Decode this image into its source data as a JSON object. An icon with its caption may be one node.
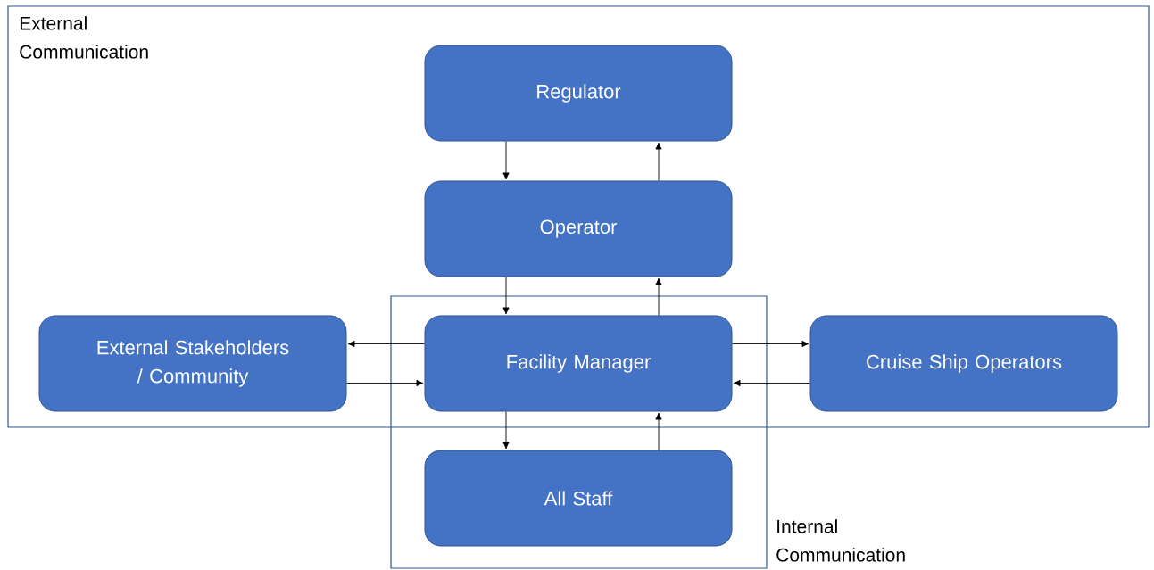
{
  "diagram": {
    "nodes": [
      {
        "text": [
          "External Communication"
        ]
      },
      {
        "text": [
          "Regulator"
        ],
        "in": 0
      },
      {
        "text": [
          "Operator"
        ],
        "in": 0
      },
      {
        "text": [
          "Internal Communication"
        ]
      },
      {
        "text": [
          "External Stakeholders / Community"
        ],
        "in": 0
      },
      {
        "text": [
          "Facility Manager"
        ]
      },
      {
        "text": [
          "Cruise Ship Operators"
        ],
        "in": 0
      },
      {
        "text": [
          "All Staff"
        ],
        "in": 3
      }
    ],
    "edges": [
      {
        "from": 1,
        "to": 2,
        "arrow": "to"
      },
      {
        "from": 2,
        "to": 1,
        "arrow": "to"
      },
      {
        "from": 2,
        "to": 5,
        "arrow": "to"
      },
      {
        "from": 5,
        "to": 2,
        "arrow": "to"
      },
      {
        "from": 5,
        "to": 4,
        "arrow": "to"
      },
      {
        "from": 4,
        "to": 5,
        "arrow": "to"
      },
      {
        "from": 5,
        "to": 6,
        "arrow": "to"
      },
      {
        "from": 6,
        "to": 5,
        "arrow": "to"
      },
      {
        "from": 5,
        "to": 7,
        "arrow": "to"
      },
      {
        "from": 7,
        "to": 5,
        "arrow": "to"
      }
    ]
  }
}
